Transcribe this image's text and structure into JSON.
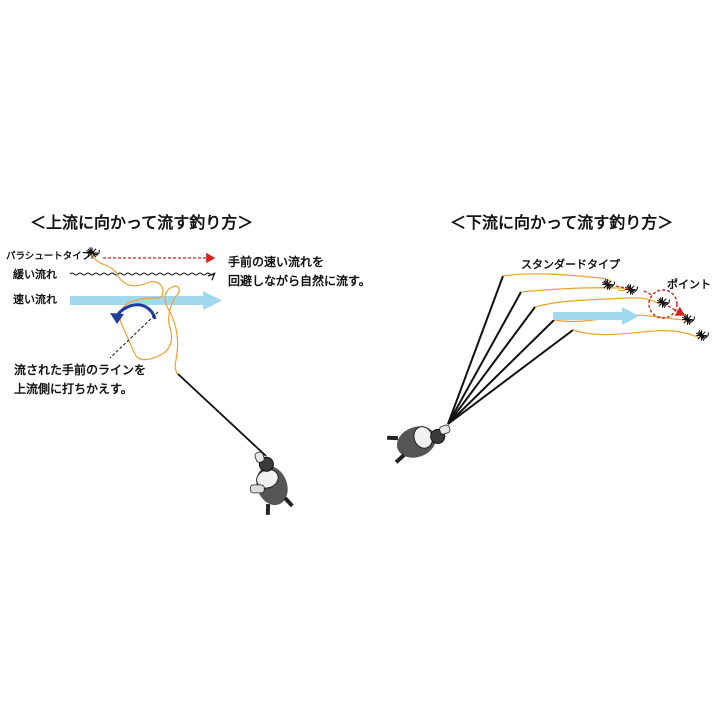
{
  "upstream": {
    "title": "＜上流に向かって流す釣り方＞",
    "fly_label": "パラシュートタイプ",
    "slow_label": "緩い流れ",
    "fast_label": "速い流れ",
    "note_right": [
      "手前の速い流れを",
      "回避しながら自然に流す。"
    ],
    "note_bottom": [
      "流された手前のラインを",
      "上流側に打ちかえす。"
    ]
  },
  "downstream": {
    "title": "＜下流に向かって流す釣り方＞",
    "fly_label": "スタンダードタイプ",
    "point_label": "ポイント"
  },
  "colors": {
    "line": "#f0a030",
    "current": "#9fd8ef",
    "mend_arrow": "#1f3f9a",
    "drift_arrow": "#d42020",
    "rod": "#111111"
  },
  "icons": [
    "fly-icon",
    "angler-icon",
    "curved-mend-arrow-icon",
    "current-arrow-icon",
    "target-circle-icon"
  ]
}
